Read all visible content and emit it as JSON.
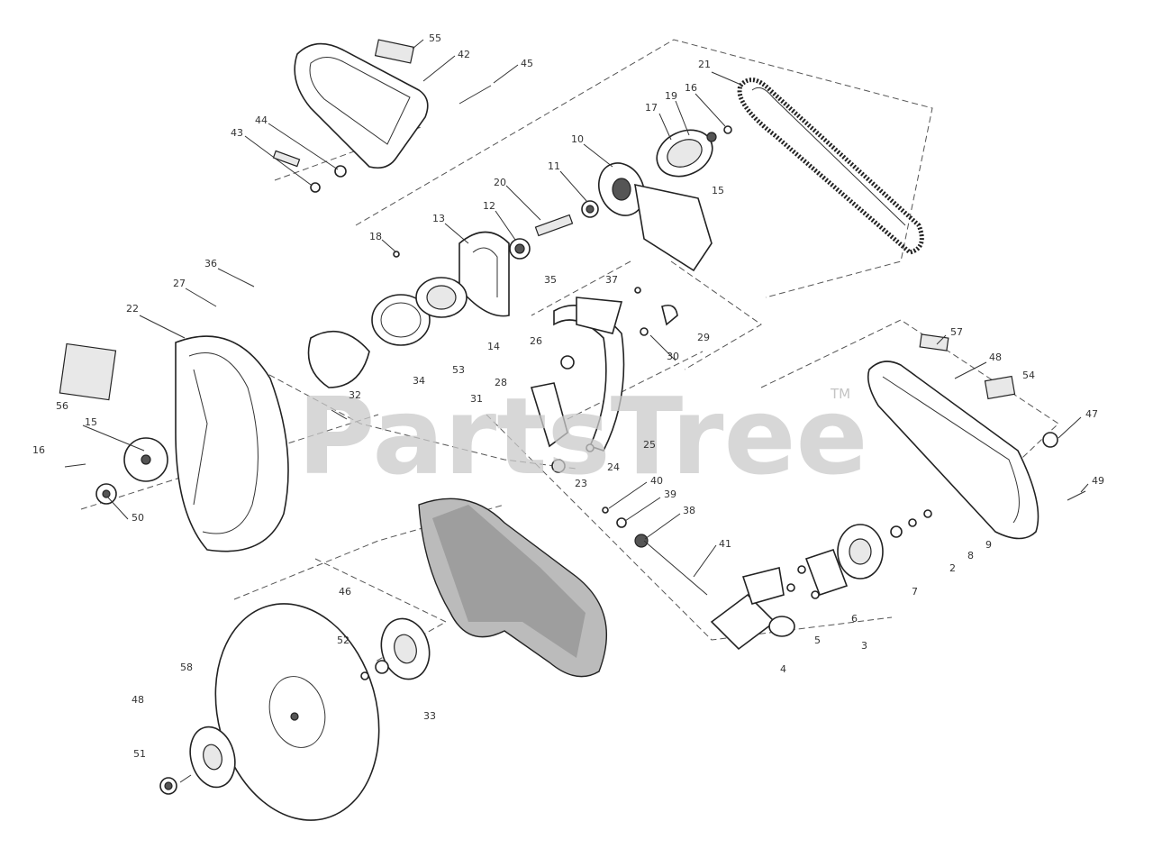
{
  "watermark": {
    "text": "PartsTree",
    "trademark": "TM"
  },
  "part_numbers": [
    "55",
    "42",
    "45",
    "44",
    "43",
    "21",
    "16",
    "19",
    "17",
    "10",
    "11",
    "20",
    "15",
    "12",
    "13",
    "18",
    "36",
    "27",
    "22",
    "35",
    "37",
    "14",
    "30",
    "53",
    "34",
    "26",
    "32",
    "28",
    "31",
    "25",
    "24",
    "23",
    "56",
    "16",
    "15",
    "50",
    "40",
    "39",
    "38",
    "41",
    "57",
    "48",
    "54",
    "47",
    "49",
    "2",
    "8",
    "9",
    "7",
    "6",
    "5",
    "3",
    "4",
    "46",
    "52",
    "58",
    "48",
    "51",
    "33",
    "29"
  ]
}
